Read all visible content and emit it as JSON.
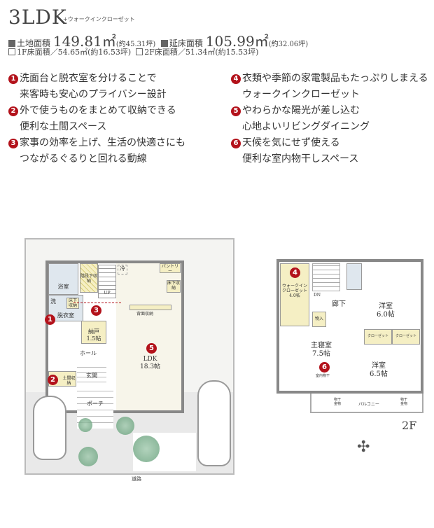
{
  "header": {
    "title": "3LDK",
    "subtitle": "+ウォークインクローゼット"
  },
  "specs": {
    "land_label": "土地面積",
    "land_value": "149.81㎡",
    "land_tsubo": "(約45.31坪)",
    "floor_label": "延床面積",
    "floor_value": "105.99㎡",
    "floor_tsubo": "(約32.06坪)",
    "f1": "1F床面積／54.65㎡(約16.53坪)",
    "f2": "2F床面積／51.34㎡(約15.53坪)"
  },
  "points": [
    {
      "n": "1",
      "line1": "洗面台と脱衣室を分けることで",
      "line2": "来客時も安心のプライバシー設計"
    },
    {
      "n": "2",
      "line1": "外で使うものをまとめて収納できる",
      "line2": "便利な土間スペース"
    },
    {
      "n": "3",
      "line1": "家事の効率を上げ、生活の快適さにも",
      "line2": "つながるぐるりと回れる動線"
    },
    {
      "n": "4",
      "line1": "衣類や季節の家電製品もたっぷりしまえる",
      "line2": "ウォークインクローゼット"
    },
    {
      "n": "5",
      "line1": "やわらかな陽光が差し込む",
      "line2": "心地よいリビングダイニング"
    },
    {
      "n": "6",
      "line1": "天候を気にせず使える",
      "line2": "便利な室内物干しスペース"
    }
  ],
  "floor1": {
    "bath": "浴室",
    "wash": "洗",
    "underfloor": "床下収納",
    "dressing": "脱衣室",
    "under_stairs": "階段下収納",
    "fridge": "冷",
    "pantry": "パントリー",
    "underfloor2": "床下収納",
    "back_storage": "背面収納",
    "storeroom": "納戸",
    "storeroom_size": "1.5帖",
    "hall": "ホール",
    "ldk": "LDK",
    "ldk_size": "18.3帖",
    "entrance": "玄関",
    "doma": "土間収納",
    "porch": "ポーチ",
    "road": "道路",
    "up": "UP"
  },
  "floor2": {
    "label": "2F",
    "wic": "ウォークインクローゼット",
    "wic_size": "4.0帖",
    "corridor": "廊下",
    "storage": "物入",
    "west1": "洋室",
    "west1_size": "6.0帖",
    "master": "主寝室",
    "master_size": "7.5帖",
    "west2": "洋室",
    "west2_size": "6.5帖",
    "closet": "クローゼット",
    "balcony": "バルコニー",
    "hanger": "物干金物",
    "indoor_dry": "室内物干",
    "dn": "DN"
  },
  "colors": {
    "accent": "#b3121b",
    "storage": "#f5efc4",
    "wet": "#dfe7ee"
  }
}
